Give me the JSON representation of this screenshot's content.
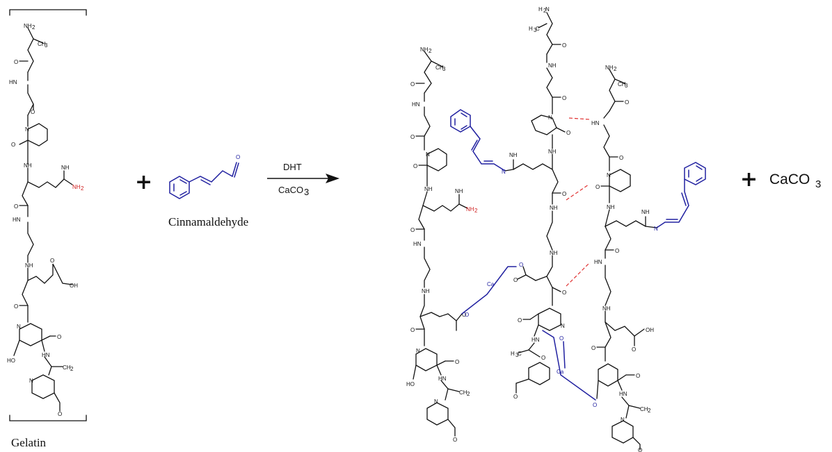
{
  "reactant": {
    "name": "Gelatin"
  },
  "reagent": {
    "name": "Cinnamaldehyde",
    "aldehyde_o": "O"
  },
  "conditions": {
    "above": "DHT",
    "below_main": "CaCO",
    "below_sub": "3"
  },
  "byproduct": {
    "main": "CaCO",
    "sub": "3"
  },
  "plus": "+",
  "atoms": {
    "nh2": "NH",
    "two": "2",
    "ch3": "CH",
    "three": "3",
    "h2n": "H",
    "n2": "N",
    "h3c": "H",
    "c3": "C",
    "o": "O",
    "hn": "HN",
    "nh": "NH",
    "n": "N",
    "oh": "OH",
    "ho": "HO",
    "ch2": "CH",
    "imine": "NH",
    "ca": "Ca"
  },
  "colors": {
    "bond": "#111111",
    "cinnamaldehyde": "#2020a0",
    "amine": "#d02020",
    "hbond": "#e03030"
  }
}
